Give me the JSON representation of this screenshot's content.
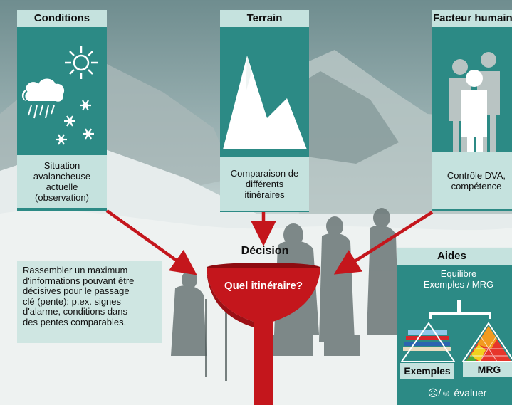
{
  "conditions": {
    "title": "Conditions",
    "caption": "Situation\navalancheuse\nactuelle\n(observation)"
  },
  "terrain": {
    "title": "Terrain",
    "caption": "Comparaison de\ndifférents\nitinéraires"
  },
  "human": {
    "title": "Facteur humain",
    "caption": "Contrôle DVA,\ncompétence"
  },
  "decision": {
    "label": "Décision",
    "funnel_text": "Quel itinéraire?"
  },
  "note": {
    "text": "Rassembler un maximum\nd'informations pouvant être\ndécisives pour le passage\nclé (pente): p.ex. signes\nd'alarme, conditions dans\ndes pentes comparables."
  },
  "aids": {
    "title": "Aides",
    "subtitle": "Equilibre\nExemples / MRG",
    "left_label": "Exemples",
    "right_label": "MRG",
    "footer": "☹/☺ évaluer"
  },
  "colors": {
    "teal": "#2c8a85",
    "light_teal": "#c5e2de",
    "red": "#c4161c",
    "dark_red": "#8e0b10"
  }
}
